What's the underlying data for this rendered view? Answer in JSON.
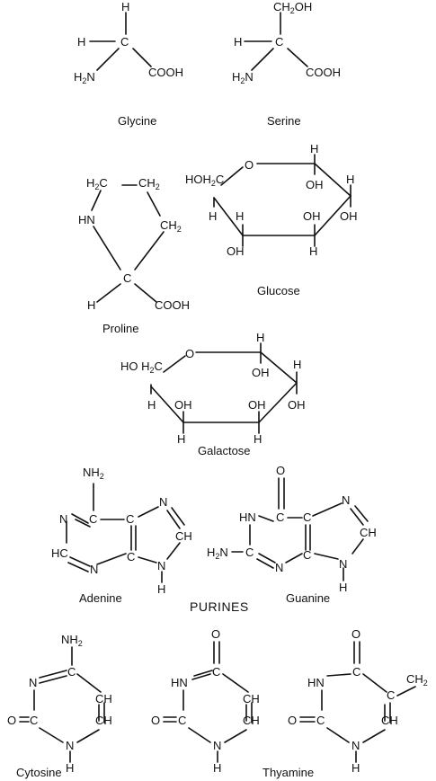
{
  "molecules": {
    "glycine": {
      "name": "Glycine",
      "atoms": {
        "h_top": "H",
        "h_left": "H",
        "c": "C",
        "nh2": "H2N",
        "cooh": "COOH"
      }
    },
    "serine": {
      "name": "Serine",
      "atoms": {
        "ch2oh": "CH2OH",
        "h_left": "H",
        "c": "C",
        "nh2": "H2N",
        "cooh": "COOH"
      }
    },
    "proline": {
      "name": "Proline",
      "atoms": {
        "h2c": "H2C",
        "ch2_top": "CH2",
        "hn": "HN",
        "ch2_right": "CH2",
        "c": "C",
        "h": "H",
        "cooh": "COOH"
      }
    },
    "glucose": {
      "name": "Glucose",
      "atoms": {
        "o": "O",
        "h_c1": "H",
        "hoh2c": "HOH2C",
        "oh_c1": "OH",
        "h_c5": "H",
        "h_c4": "H",
        "oh_c4": "OH",
        "oh_c3": "OH",
        "h_c2": "H",
        "oh_c2": "OH",
        "h_c3": "H"
      }
    },
    "galactose": {
      "name": "Galactose",
      "atoms": {
        "o": "O",
        "h_c1": "H",
        "hoh2c": "HO H2C",
        "oh_c1": "OH",
        "h_c2": "H",
        "h_c5": "H",
        "oh_c4": "OH",
        "oh_c3": "OH",
        "oh_c2": "OH",
        "h_c4": "H",
        "h_c3": "H"
      }
    },
    "adenine": {
      "name": "Adenine",
      "atoms": {
        "nh2": "NH2",
        "c6": "C",
        "n1": "N",
        "c5": "C",
        "n7": "N",
        "hc2": "HC",
        "c8": "CH",
        "n3": "N",
        "c4": "C",
        "n9": "N",
        "h9": "H"
      }
    },
    "guanine": {
      "name": "Guanine",
      "atoms": {
        "o": "O",
        "c6": "C",
        "hn1": "HN",
        "c5": "C",
        "n7": "N",
        "h2n": "H2N",
        "c2": "C",
        "c8": "CH",
        "n3": "N",
        "c4": "C",
        "n9": "N",
        "h9": "H"
      }
    },
    "cytosine": {
      "name": "Cytosine",
      "atoms": {
        "nh2": "NH2",
        "c4": "C",
        "n3": "N",
        "c5": "CH",
        "o": "O",
        "c2": "C",
        "c6": "CH",
        "n1": "N",
        "h": "H"
      }
    },
    "uracil": {
      "atoms": {
        "o_top": "O",
        "c4": "C",
        "hn3": "HN",
        "c5": "CH",
        "o": "O",
        "c2": "C",
        "c6": "CH",
        "n1": "N",
        "h": "H"
      }
    },
    "thyamine": {
      "name": "Thyamine",
      "atoms": {
        "o_top": "O",
        "hn3": "HN",
        "c4": "C",
        "c5": "C",
        "ch2": "CH2",
        "o": "O",
        "c2": "C",
        "c6": "CH",
        "n1": "N",
        "h": "H"
      }
    }
  },
  "headings": {
    "purines": "PURINES"
  }
}
